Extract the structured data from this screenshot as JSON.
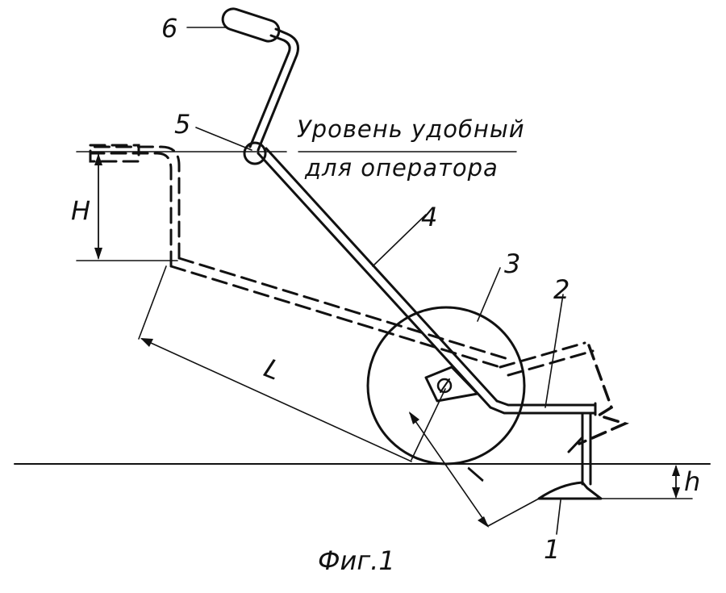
{
  "labels": {
    "part_1_bottom": "1",
    "part_2": "2",
    "part_3": "3",
    "part_4": "4",
    "part_5": "5",
    "part_6": "6",
    "dim_l": "l",
    "dim_L": "L",
    "dim_H": "H",
    "dim_h": "h"
  },
  "annotation": {
    "line1": "Уровень удобный",
    "line2": "для оператора"
  },
  "caption": "Фиг.1"
}
